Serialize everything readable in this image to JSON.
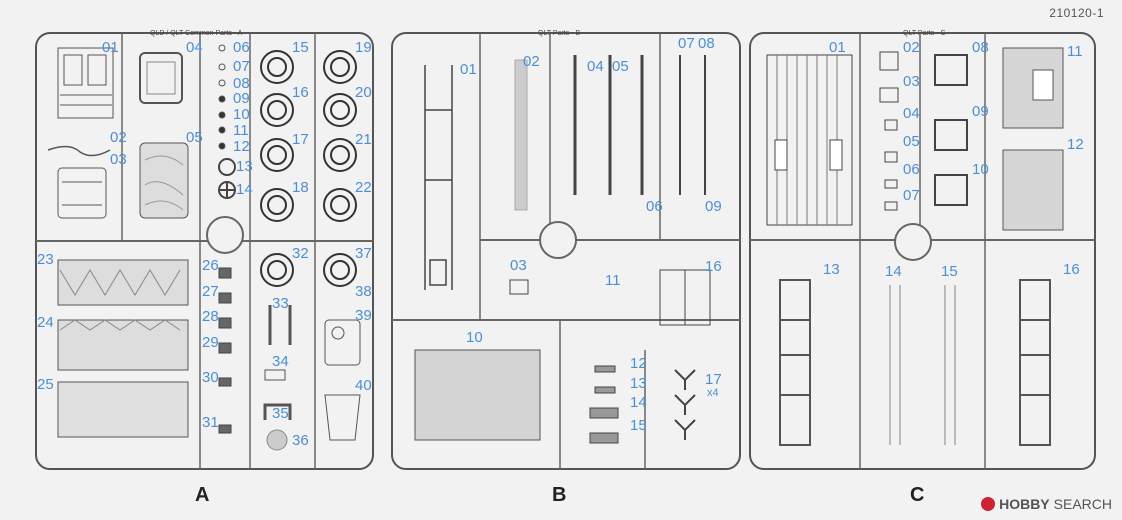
{
  "sheet_code": "210120-1",
  "watermark": {
    "brand": "HOBBY",
    "suffix": "SEARCH"
  },
  "sprues": {
    "A": {
      "letter": "A",
      "title": "QLD / QLT Common Parts - A",
      "parts": [
        "01",
        "02",
        "03",
        "04",
        "05",
        "06",
        "07",
        "08",
        "09",
        "10",
        "11",
        "12",
        "13",
        "14",
        "15",
        "16",
        "17",
        "18",
        "19",
        "20",
        "21",
        "22",
        "23",
        "24",
        "25",
        "26",
        "27",
        "28",
        "29",
        "30",
        "31",
        "32",
        "33",
        "34",
        "35",
        "36",
        "37",
        "38",
        "39",
        "40"
      ]
    },
    "B": {
      "letter": "B",
      "title": "QLT Parts - B",
      "parts": [
        "01",
        "02",
        "03",
        "04",
        "05",
        "06",
        "07",
        "08",
        "09",
        "10",
        "11",
        "12",
        "13",
        "14",
        "15",
        "16",
        "17"
      ],
      "note": "x4"
    },
    "C": {
      "letter": "C",
      "title": "QLT Parts - C",
      "parts": [
        "01",
        "02",
        "03",
        "04",
        "05",
        "06",
        "07",
        "08",
        "09",
        "10",
        "11",
        "12",
        "13",
        "14",
        "15",
        "16"
      ]
    }
  }
}
